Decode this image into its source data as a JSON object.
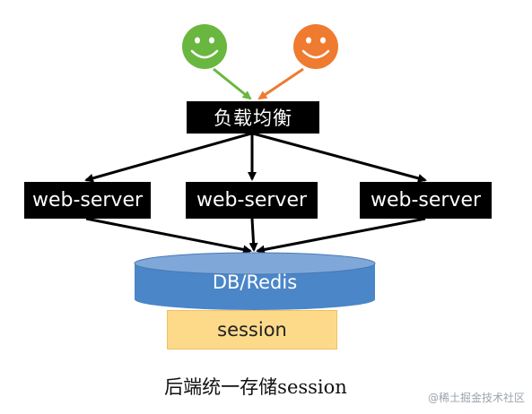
{
  "nodes": {
    "load_balancer": "负载均衡",
    "web_servers": [
      "web-server",
      "web-server",
      "web-server"
    ],
    "database": "DB/Redis",
    "session": "session"
  },
  "caption": "后端统一存储session",
  "watermark": "@稀土掘金技术社区",
  "colors": {
    "user_1": "#6ab740",
    "user_2": "#ee7b30",
    "database_fill": "#4a86c8",
    "session_fill": "#fdd98a",
    "box_fill": "#000000"
  }
}
